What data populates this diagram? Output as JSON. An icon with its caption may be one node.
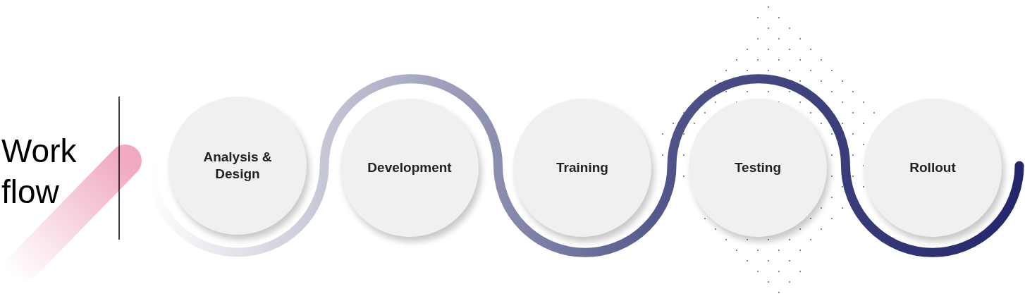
{
  "diagram": {
    "title": "Work flow",
    "nodes": [
      {
        "text": [
          "Analysis & Design"
        ]
      },
      {
        "text": [
          "Development"
        ]
      },
      {
        "text": [
          "Training"
        ]
      },
      {
        "text": [
          "Testing"
        ]
      },
      {
        "text": [
          "Rollout"
        ]
      }
    ]
  }
}
